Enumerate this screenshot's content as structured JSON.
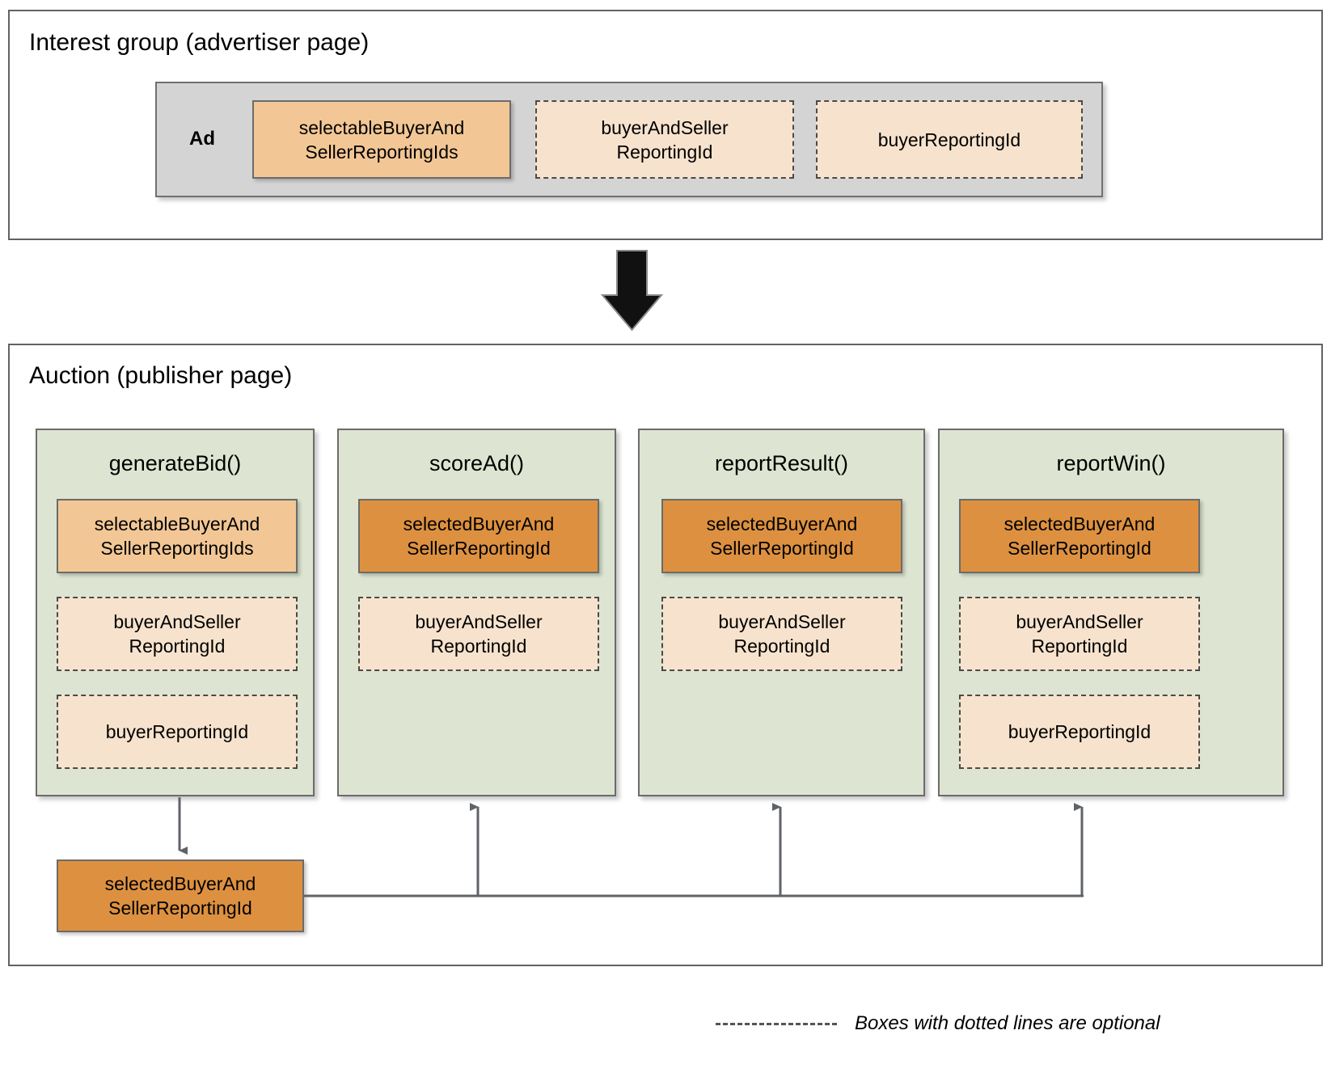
{
  "diagram": {
    "title_top": "Interest group (advertiser page)",
    "title_bottom": "Auction (publisher page)"
  },
  "interest_group": {
    "ad_label": "Ad",
    "items": [
      {
        "label": "selectableBuyerAnd\nSellerReportingIds",
        "style": "solid-light",
        "optional": false
      },
      {
        "label": "buyerAndSeller\nReportingId",
        "style": "dashed-pale",
        "optional": true
      },
      {
        "label": "buyerReportingId",
        "style": "dashed-pale",
        "optional": true
      }
    ]
  },
  "auction": {
    "columns": [
      {
        "title": "generateBid()",
        "items": [
          {
            "label": "selectableBuyerAnd\nSellerReportingIds",
            "style": "solid-light"
          },
          {
            "label": "buyerAndSeller\nReportingId",
            "style": "dashed-pale"
          },
          {
            "label": "buyerReportingId",
            "style": "dashed-pale"
          }
        ]
      },
      {
        "title": "scoreAd()",
        "items": [
          {
            "label": "selectedBuyerAnd\nSellerReportingId",
            "style": "solid-dark"
          },
          {
            "label": "buyerAndSeller\nReportingId",
            "style": "dashed-pale"
          }
        ]
      },
      {
        "title": "reportResult()",
        "items": [
          {
            "label": "selectedBuyerAnd\nSellerReportingId",
            "style": "solid-dark"
          },
          {
            "label": "buyerAndSeller\nReportingId",
            "style": "dashed-pale"
          }
        ]
      },
      {
        "title": "reportWin()",
        "items": [
          {
            "label": "selectedBuyerAnd\nSellerReportingId",
            "style": "solid-dark"
          },
          {
            "label": "buyerAndSeller\nReportingId",
            "style": "dashed-pale"
          },
          {
            "label": "buyerReportingId",
            "style": "dashed-pale"
          }
        ]
      }
    ],
    "output_node": "selectedBuyerAnd\nSellerReportingId"
  },
  "legend": {
    "text": "Boxes with dotted lines are optional"
  },
  "colors": {
    "solid_light": "#f2c795",
    "solid_dark": "#dd9140",
    "dashed_pale": "#f7e3cd",
    "green_panel": "#dde5d2",
    "gray_ad": "#d4d4d4",
    "border": "#6b6b6b",
    "outline": "#5f6368"
  }
}
